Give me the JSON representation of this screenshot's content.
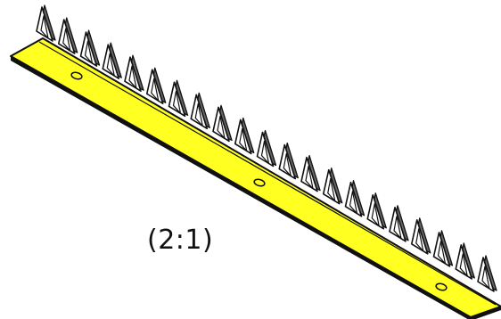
{
  "drawing": {
    "scale_label": "(2:1)",
    "tooth_count": 21,
    "hole_count": 3
  },
  "colors": {
    "strip_fill": "#ffff22",
    "edge": "#111111",
    "tooth_fill": "#ffffff",
    "shadow": "#666666"
  }
}
